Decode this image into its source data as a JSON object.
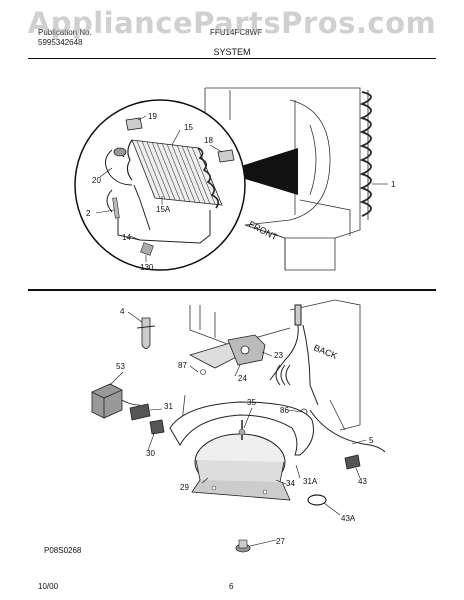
{
  "watermark": "AppliancePartsPros.com",
  "header": {
    "left_top": "Publication No.",
    "left_bottom": "5995342648",
    "model": "FFU14FC8WF",
    "section": "SYSTEM"
  },
  "upper_labels": [
    "19",
    "15",
    "18",
    "20",
    "1",
    "15A",
    "2",
    "14",
    "130"
  ],
  "front_label": "FRONT",
  "lower_labels": [
    "4",
    "53",
    "87",
    "23",
    "24",
    "31",
    "35",
    "86",
    "30",
    "5",
    "29",
    "34",
    "31A",
    "43",
    "27",
    "43A"
  ],
  "back_label": "BACK",
  "figure_id": "P08S0268",
  "footer": {
    "date": "10/00",
    "page": "6"
  }
}
